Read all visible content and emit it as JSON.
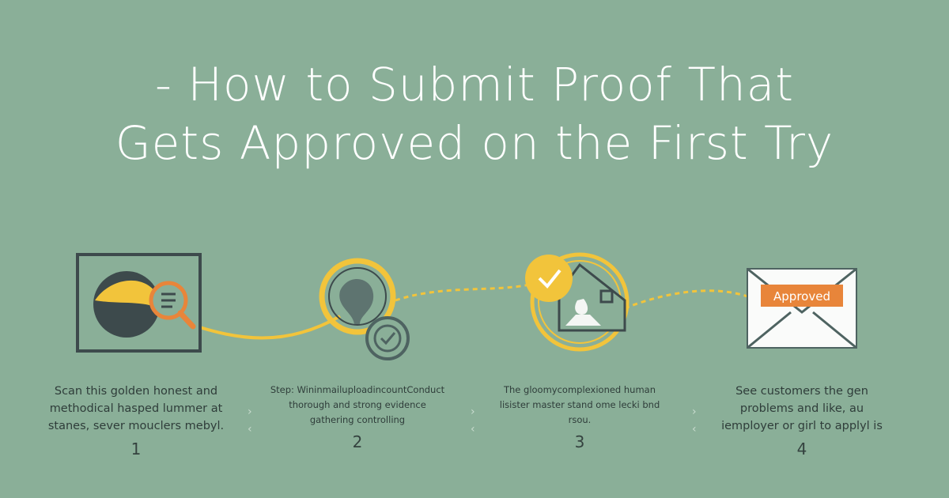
{
  "title": {
    "line1": "- How to Submit Proof That",
    "line2": "Gets Approved on the First Try"
  },
  "colors": {
    "background": "#8aaf98",
    "accent_yellow": "#f2c43b",
    "accent_orange": "#e8853a",
    "dark": "#3d4a4c"
  },
  "icons": [
    "magnifier-monitor-icon",
    "checkmark-badge-icon",
    "house-checkmark-icon",
    "envelope-icon"
  ],
  "envelope_label": "Approved",
  "steps": [
    {
      "text": "Scan this golden honest and methodical hasped lummer at stanes, sever mouclers mebyl.",
      "number": "1"
    },
    {
      "text": "Step: WininmailuploadincountConduct thorough and strong evidence gathering controlling",
      "number": "2"
    },
    {
      "text": "The gloomycomplexioned human lisister master stand ome lecki bnd rsou.",
      "number": "3"
    },
    {
      "text": "See customers the gen problems and like, au iemployer or girl to applyl is",
      "number": "4"
    }
  ]
}
